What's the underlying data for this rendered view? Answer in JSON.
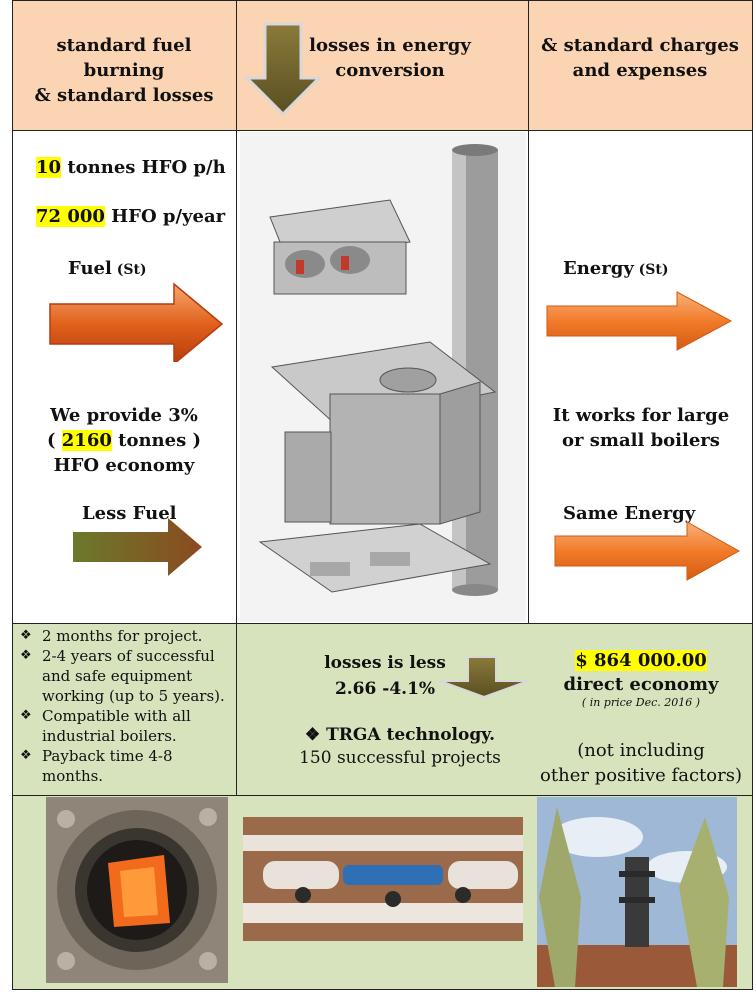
{
  "header": {
    "col1": [
      "standard fuel",
      "burning",
      "& standard losses"
    ],
    "col2": [
      "losses in energy",
      "conversion"
    ],
    "col3": [
      "& standard charges",
      "and expenses"
    ]
  },
  "left": {
    "line1_value": "10",
    "line1_rest": " tonnes HFO p/h",
    "line2_value": "72 000",
    "line2_rest": " HFO p/year",
    "fuel_label": "Fuel",
    "fuel_suffix": " (St)",
    "provide_line1": "We provide 3%",
    "provide_line2_pre": "( ",
    "provide_line2_value": "2160",
    "provide_line2_post": " tonnes )",
    "provide_line3": "HFO economy",
    "less_fuel": "Less Fuel"
  },
  "right": {
    "energy_label": "Energy",
    "energy_suffix": " (St)",
    "works_line1": "It works for large",
    "works_line2": "or small boilers",
    "same_energy": "Same Energy"
  },
  "bullets": [
    "2 months for project.",
    "2-4 years of successful and safe equipment working (up to 5 years).",
    "Compatible with all industrial boilers.",
    "Payback time 4-8 months."
  ],
  "middle": {
    "losses_line1": "losses is less",
    "losses_line2": "2.66 -4.1%",
    "trga": "TRGA technology.",
    "projects": "150 successful projects"
  },
  "economy": {
    "amount": "$ 864 000.00",
    "label": "direct economy",
    "note": "( in price Dec. 2016 )",
    "excl_line1": "(not including",
    "excl_line2": "other  positive factors)"
  },
  "colors": {
    "peach": "#fbd4b4",
    "sage": "#d6e3bc",
    "highlight": "#ffff00",
    "orange_arrow": "#f27b2a",
    "olive_arrow": "#7b6a2e"
  }
}
